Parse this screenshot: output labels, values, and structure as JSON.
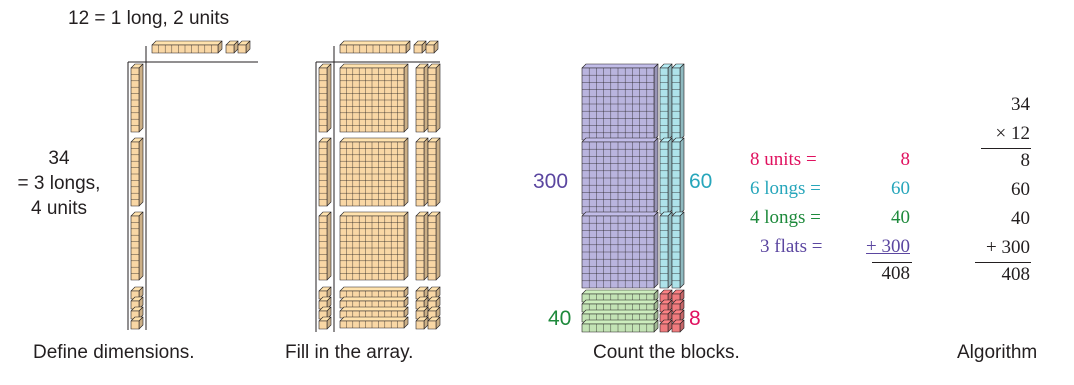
{
  "panel1": {
    "top_label": "12 = 1 long, 2 units",
    "side_label": [
      "34",
      "= 3 longs,",
      "4 units"
    ],
    "caption": "Define dimensions."
  },
  "panel2": {
    "caption": "Fill in the array."
  },
  "panel3": {
    "left_label": "300",
    "right_label": "60",
    "bottom_left_label": "40",
    "bottom_right_label": "8",
    "caption": "Count the blocks."
  },
  "tally": {
    "rows": [
      {
        "label": "8 units =",
        "value": "8",
        "color": "#e0115f"
      },
      {
        "label": "6 longs =",
        "value": "60",
        "color": "#27a6bb"
      },
      {
        "label": "4 longs =",
        "value": "40",
        "color": "#1e8a3c"
      },
      {
        "label": "3 flats  =",
        "value": "+ 300",
        "color": "#5b46a0"
      }
    ],
    "total": "408"
  },
  "algorithm": {
    "lines": [
      "34",
      "× 12",
      "8",
      "60",
      "40",
      "+ 300",
      "408"
    ],
    "caption": "Algorithm"
  },
  "colors": {
    "tan": "#f9d7a5",
    "purple": "#b9b4de",
    "cyan": "#aee3ea",
    "green": "#c3e3b5",
    "red": "#f07b7e",
    "outline": "#231f20"
  }
}
